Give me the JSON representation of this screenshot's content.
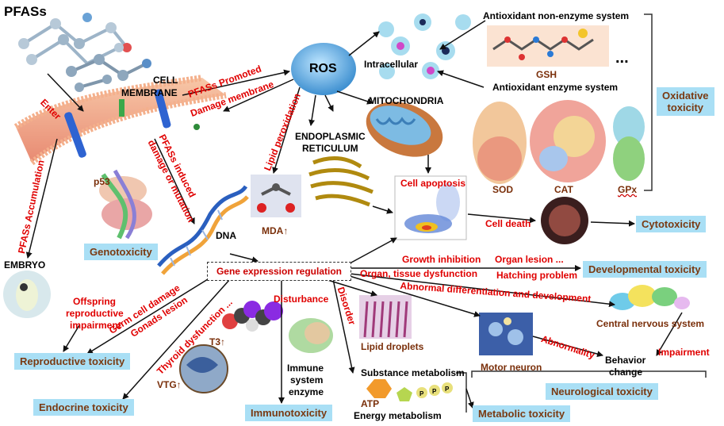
{
  "title": "PFASs",
  "hub": {
    "ros": "ROS",
    "gene_regulation": "Gene  expression  regulation"
  },
  "labels": {
    "cell_membrane_1": "CELL",
    "cell_membrane_2": "MEMBRANE",
    "mitochondria": "MITOCHONDRIA",
    "er_1": "ENDOPLASMIC",
    "er_2": "RETICULUM",
    "intracellular": "Intracellular",
    "antiox_nonenzyme": "Antioxidant non-enzyme system",
    "antiox_enzyme": "Antioxidant enzyme system",
    "gsh": "GSH",
    "ellipsis": "...",
    "sod": "SOD",
    "cat": "CAT",
    "gpx": "GPx",
    "p53": "p53",
    "dna": "DNA",
    "mda": "MDA↑",
    "cell_apoptosis": "Cell apoptosis",
    "cell_death": "Cell death",
    "embryo": "EMBRYO",
    "t3": "T3↑",
    "vtg": "VTG↑",
    "lipid_droplets": "Lipid droplets",
    "immune_1": "Immune",
    "immune_2": "system",
    "immune_3": "enzyme",
    "substance_metabolism": "Substance metabolism",
    "atp": "ATP",
    "energy_metabolism": "Energy metabolism",
    "motor_neuron": "Motor neuron",
    "cns": "Central nervous system",
    "behavior_1": "Behavior",
    "behavior_2": "change"
  },
  "red_labels": {
    "enter": "Enter",
    "pfass_promoted": "PFASs Promoted",
    "damage_membrane": "Damage membrane",
    "lipid_peroxidation": "Lipid peroxidation",
    "pfass_induced_1": "PFASs induced",
    "pfass_induced_2": "damage or mutation",
    "pfass_accumulation": "PFASs Accumulation",
    "offspring_1": "Offspring",
    "offspring_2": "reproductive",
    "offspring_3": "impairment",
    "germ_cell": "Germ cell damage",
    "gonads": "Gonads lesion",
    "thyroid": "Thyroid dysfunction ...",
    "disturbance": "Disturbance",
    "disorder": "Disorder",
    "growth_inhibition": "Growth inhibition",
    "organ_lesion": "Organ lesion ...",
    "organ_tissue": "Organ, tissue dysfunction",
    "hatching": "Hatching problem",
    "abnormal_diff": "Abnormal differentiation and development",
    "abnormality": "Abnormality",
    "impairment": "Impairment"
  },
  "outcomes": {
    "oxidative_1": "Oxidative",
    "oxidative_2": "toxicity",
    "cytotoxicity": "Cytotoxicity",
    "genotoxicity": "Genotoxicity",
    "developmental": "Developmental toxicity",
    "reproductive": "Reproductive toxicity",
    "endocrine": "Endocrine toxicity",
    "immunotoxicity": "Immunotoxicity",
    "metabolic": "Metabolic toxicity",
    "neurological": "Neurological toxicity"
  },
  "colors": {
    "red": "#e00000",
    "box": "#a9dff5",
    "box_text": "#7a3a12",
    "ros": "#4aa3dd",
    "arrow": "#111111"
  }
}
